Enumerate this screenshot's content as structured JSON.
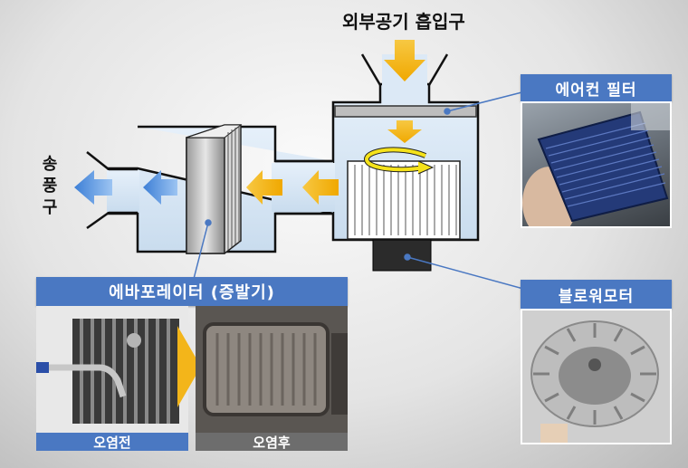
{
  "labels": {
    "intake": "외부공기 흡입구",
    "outlet": "송\n풍\n구",
    "filter": "에어컨 필터",
    "blower": "블로워모터",
    "evaporator": "에바포레이터 (증발기)",
    "before": "오염전",
    "after": "오염후"
  },
  "colors": {
    "label_blue": "#4a78c2",
    "duct_fill": "#d6e6f5",
    "arrow_orange": "#f2b10c",
    "arrow_blue": "#5b9be6",
    "swirl_yellow": "#f5e21a"
  },
  "icons": {
    "fan_swirl": "curved-arrow-icon",
    "flow_arrows": "arrow-left-icon",
    "intake_arrow": "arrow-down-icon"
  }
}
